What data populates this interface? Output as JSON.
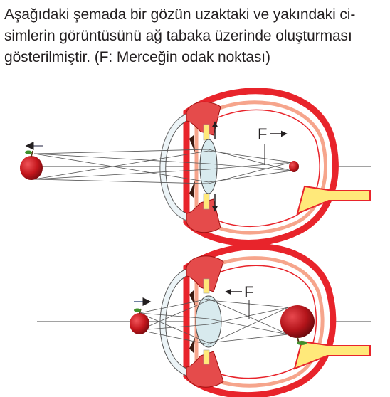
{
  "question": {
    "lines": [
      "Aşağıdaki şemada bir gözün uzaktaki ve yakındaki ci-",
      "simlerin görüntüsünü ağ tabaka üzerinde oluşturması",
      "gösterilmiştir. (F: Merceğin odak noktası)"
    ]
  },
  "diagrams": {
    "far": {
      "focus_label": "F"
    },
    "near": {
      "focus_label": "F"
    }
  },
  "colors": {
    "sclera": "#e8242b",
    "choroid": "#f6a58c",
    "cornea_fill": "#ecf4f7",
    "lens": "#d8eaee",
    "nerve": "#ffe97a",
    "apple": "#c4161c",
    "arrow_far": "#8e8e9e",
    "arrow_near": "#6f7fa0"
  }
}
